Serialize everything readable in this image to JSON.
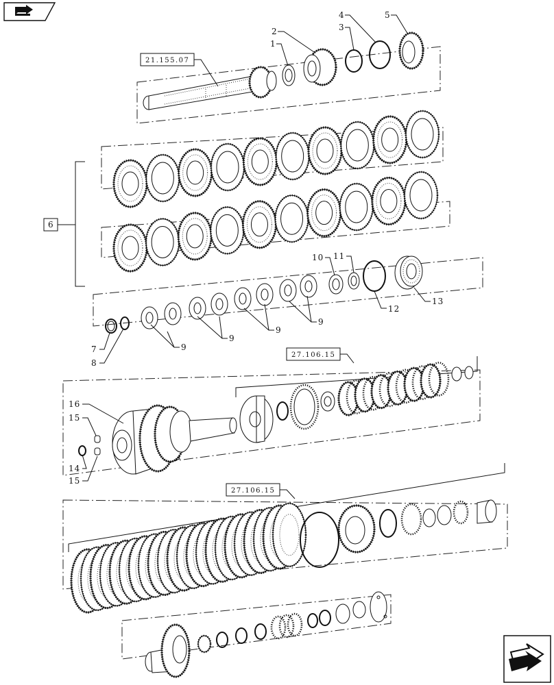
{
  "callouts": {
    "c1": "1",
    "c2": "2",
    "c3": "3",
    "c4": "4",
    "c5": "5",
    "c6": "6",
    "c7": "7",
    "c8": "8",
    "c9": "9",
    "c10": "10",
    "c11": "11",
    "c12": "12",
    "c13": "13",
    "c14": "14",
    "c15": "15",
    "c16": "16"
  },
  "refs": {
    "ref_top": "21.155.07",
    "ref_mid": "27.106.15",
    "ref_low": "27.106.15"
  },
  "icons": {
    "top_left": "book-arrow-icon",
    "bottom_right": "next-page-arrow-icon"
  }
}
